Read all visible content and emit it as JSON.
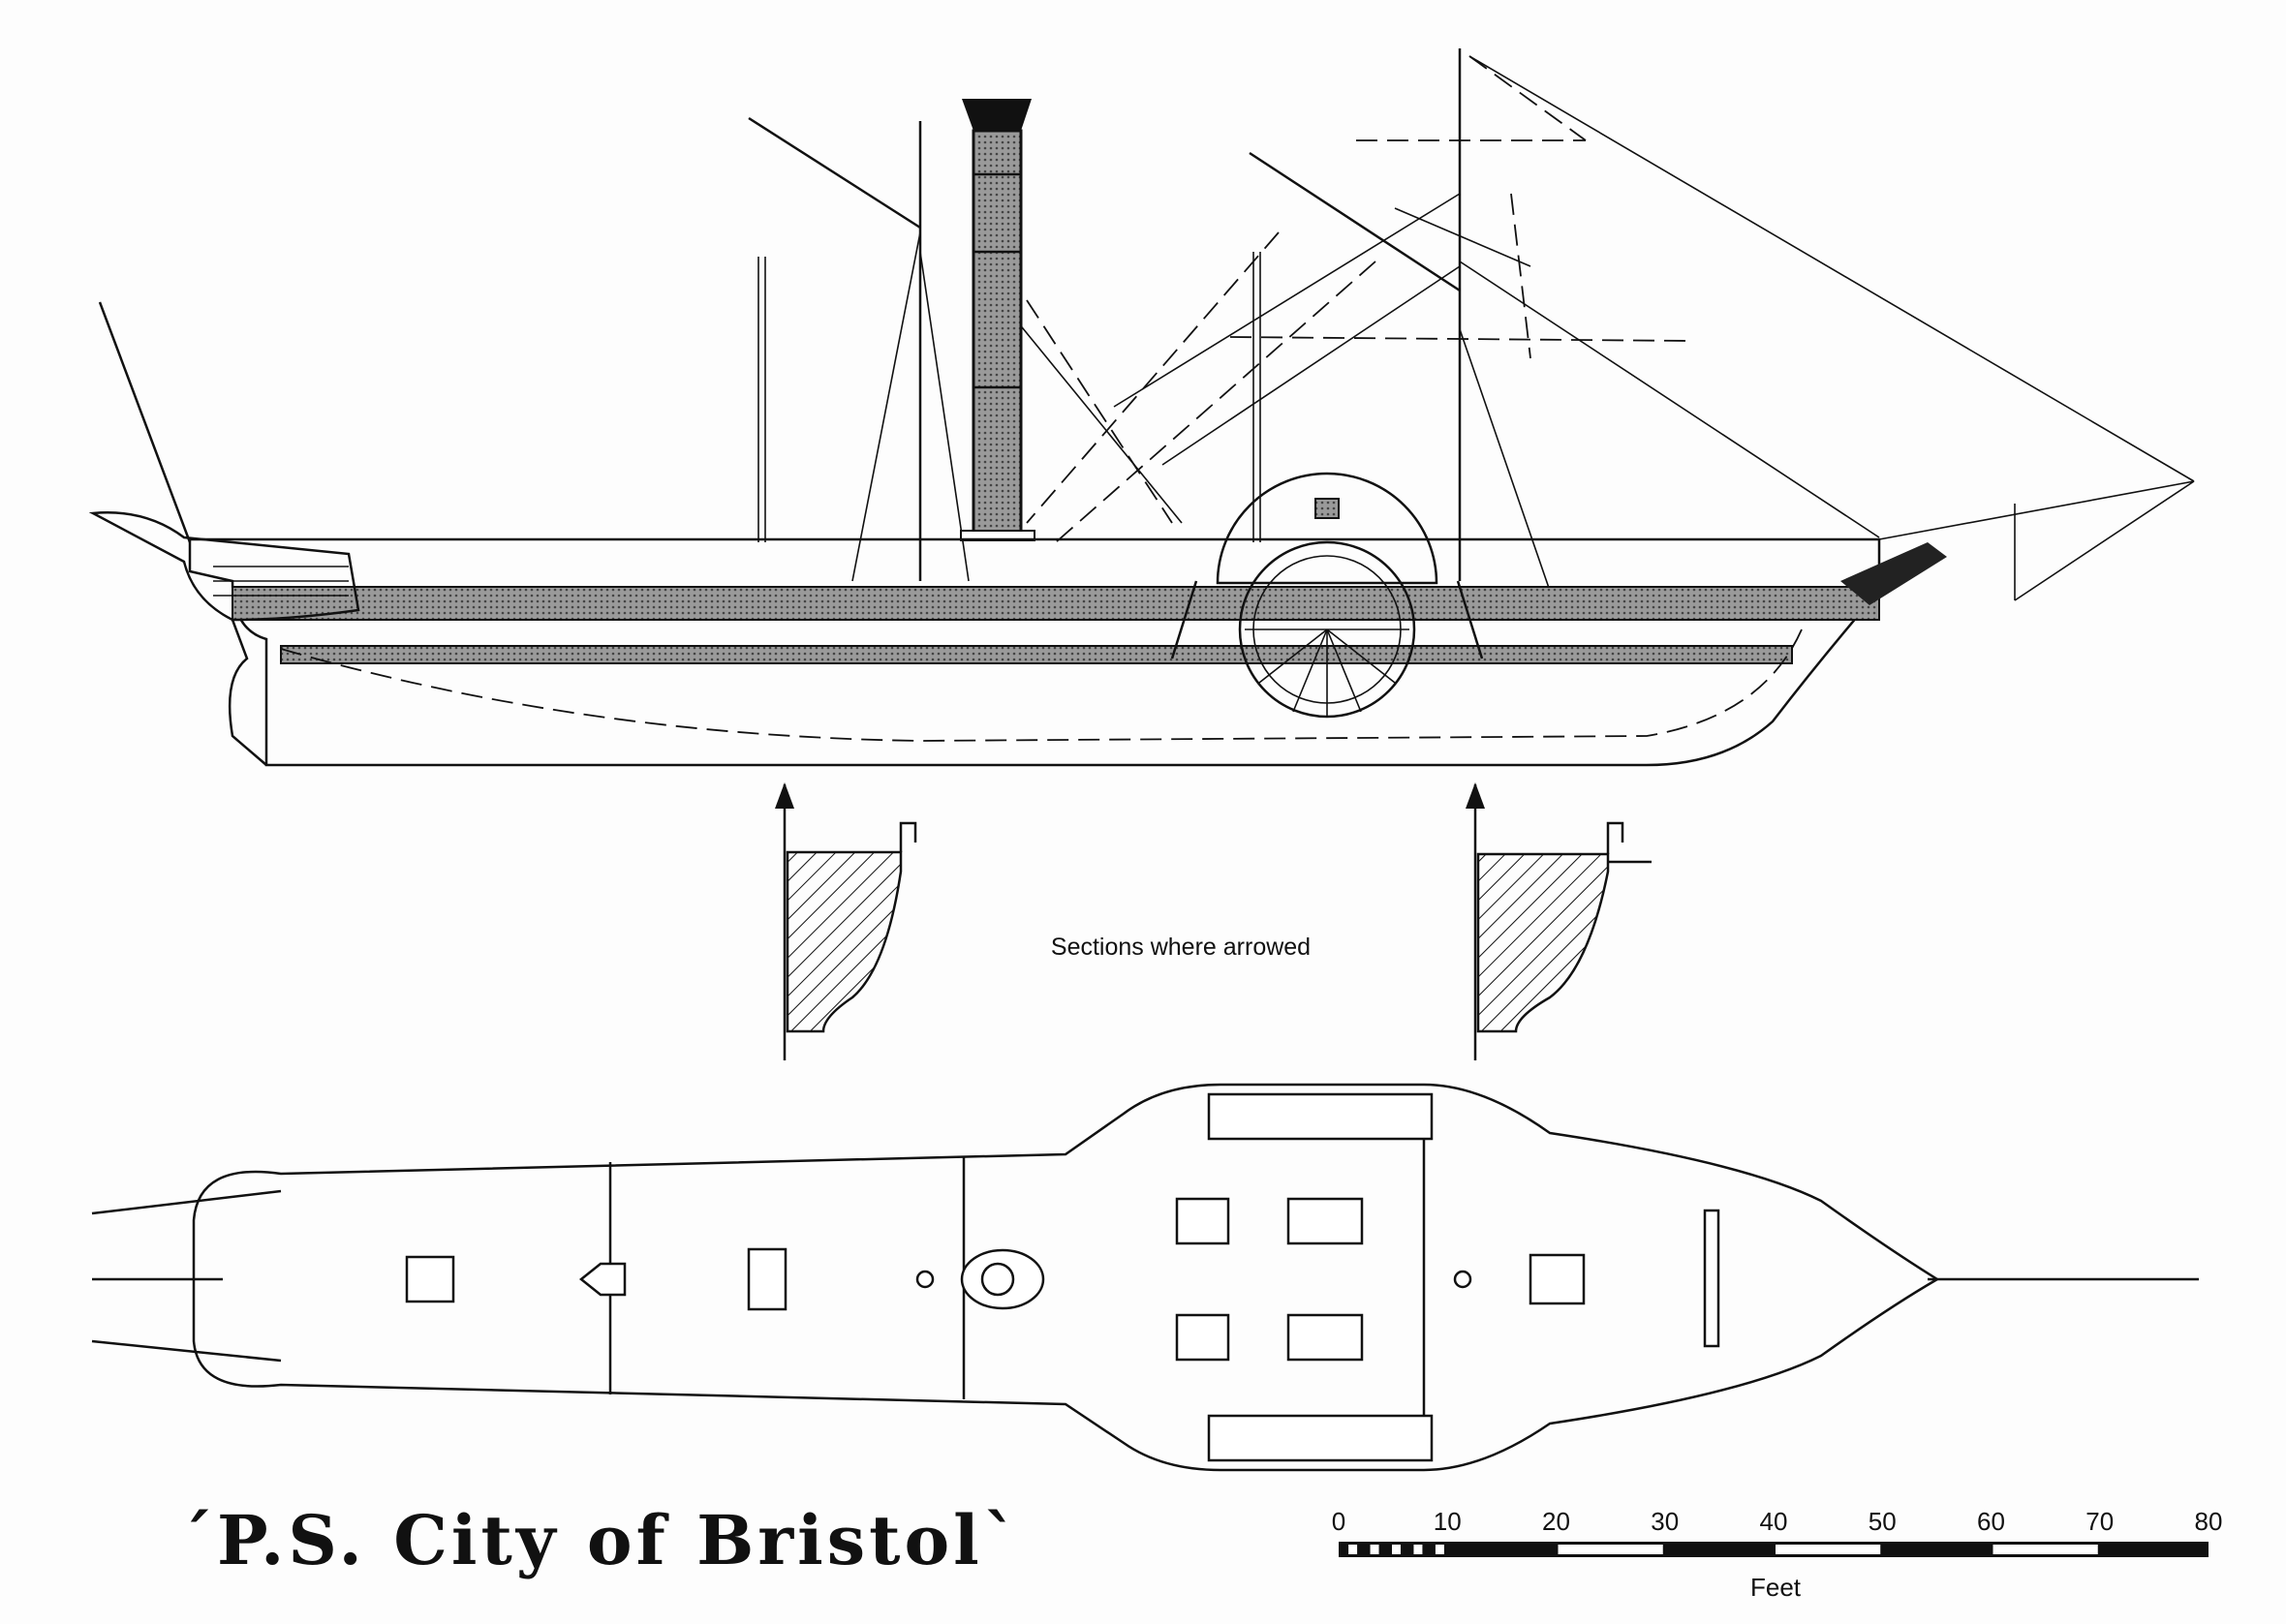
{
  "title": "´P.S. City of Bristol`",
  "sections_caption": "Sections where arrowed",
  "scale_bar": {
    "unit_label": "Feet",
    "ticks": [
      0,
      10,
      20,
      30,
      40,
      50,
      60,
      70,
      80
    ],
    "max": 80,
    "fine_subdivisions": 5
  },
  "colors": {
    "ink": "#111111",
    "paper": "#fdfdfd",
    "shade": "#8a8a8a"
  }
}
